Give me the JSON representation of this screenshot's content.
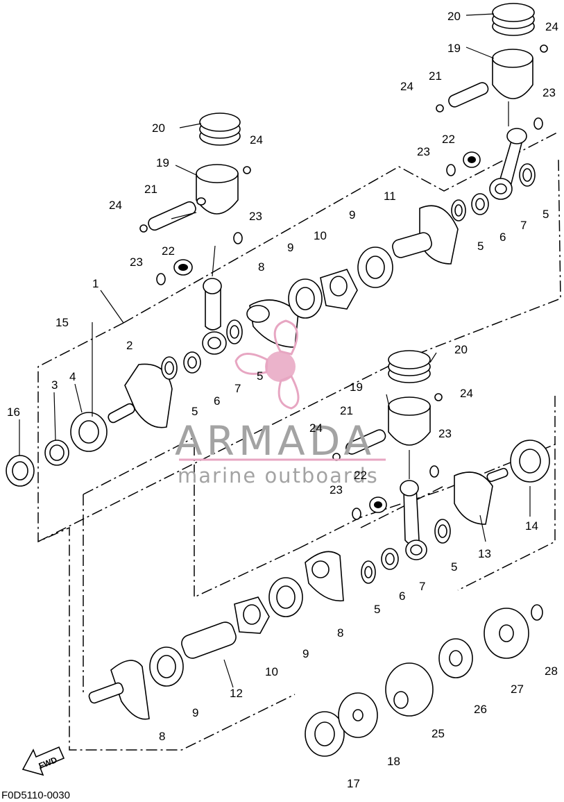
{
  "callouts": {
    "c1": "1",
    "c2": "2",
    "c3": "3",
    "c4": "4",
    "c5a": "5",
    "c5b": "5",
    "c5c": "5",
    "c5d": "5",
    "c5e": "5",
    "c6a": "6",
    "c6b": "6",
    "c6c": "6",
    "c7a": "7",
    "c7b": "7",
    "c7c": "7",
    "c8a": "8",
    "c8b": "8",
    "c8c": "8",
    "c9a": "9",
    "c9b": "9",
    "c9c": "9",
    "c9d": "9",
    "c10a": "10",
    "c10b": "10",
    "c11": "11",
    "c12": "12",
    "c13": "13",
    "c14": "14",
    "c15": "15",
    "c16": "16",
    "c17": "17",
    "c18": "18",
    "c19a": "19",
    "c19b": "19",
    "c19c": "19",
    "c20a": "20",
    "c20b": "20",
    "c20c": "20",
    "c21a": "21",
    "c21b": "21",
    "c21c": "21",
    "c22a": "22",
    "c22b": "22",
    "c22c": "22",
    "c23a": "23",
    "c23b": "23",
    "c23c": "23",
    "c23d": "23",
    "c23e": "23",
    "c23f": "23",
    "c24a": "24",
    "c24b": "24",
    "c24c": "24",
    "c24d": "24",
    "c24e": "24",
    "c24f": "24",
    "c25": "25",
    "c26": "26",
    "c27": "27",
    "c28": "28"
  },
  "watermark": {
    "title": "ARMADA",
    "subtitle": "marine outboards",
    "accent_color": "#e7a6c2",
    "text_color": "#a3a3a3"
  },
  "fwd_label": "FWD",
  "diagram_code": "F0D5110-0030"
}
